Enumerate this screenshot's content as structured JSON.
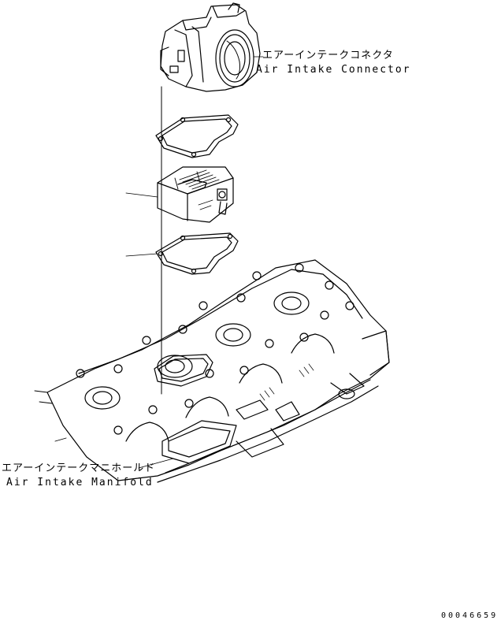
{
  "labels": {
    "connector_jp": "エアーインテークコネクタ",
    "connector_en": "Air Intake Connector",
    "manifold_jp": "エアーインテークマニホールド",
    "manifold_en": "Air Intake Manifold",
    "drawing_code": "00046659"
  },
  "colors": {
    "line": "#000000",
    "background": "#ffffff"
  }
}
